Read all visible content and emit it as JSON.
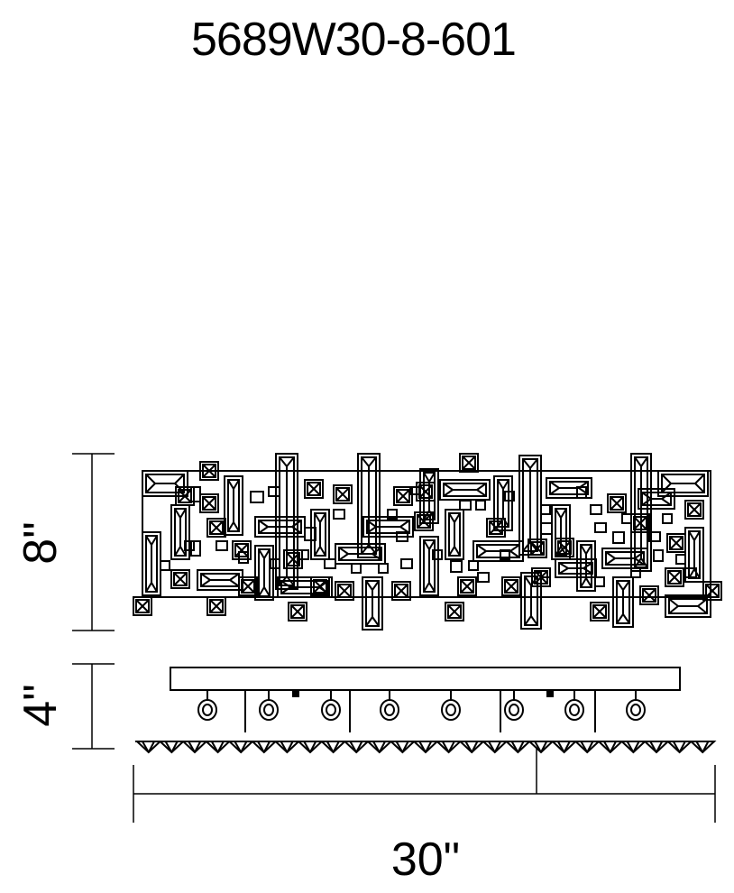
{
  "title": "5689W30-8-601",
  "dimensions": {
    "height_front": "8\"",
    "height_side": "4\"",
    "width": "30\""
  },
  "colors": {
    "line": "#000000",
    "background": "#ffffff"
  }
}
